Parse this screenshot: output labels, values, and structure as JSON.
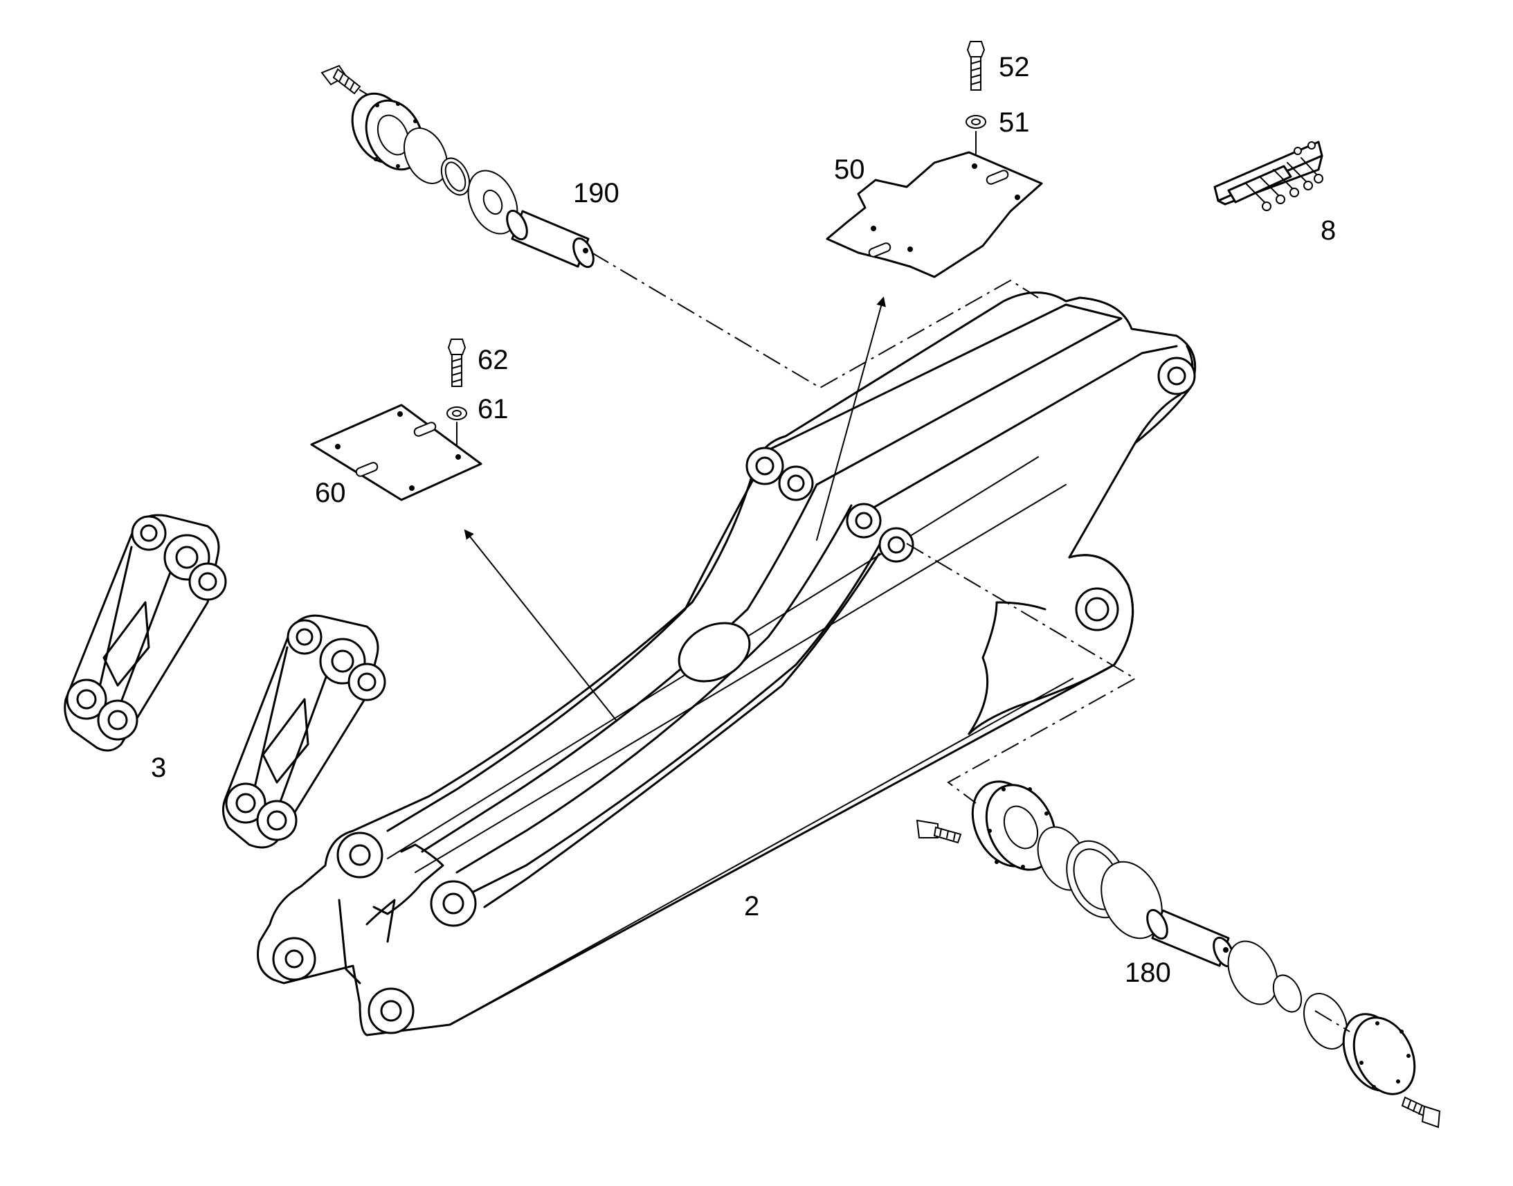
{
  "diagram": {
    "labels": {
      "boom": "2",
      "links": "3",
      "connector_block": "8",
      "top_cover_plate": "50",
      "top_washer": "51",
      "top_bolt": "52",
      "side_cover_plate": "60",
      "side_washer": "61",
      "side_bolt": "62",
      "lower_pin": "180",
      "upper_pin": "190"
    }
  }
}
